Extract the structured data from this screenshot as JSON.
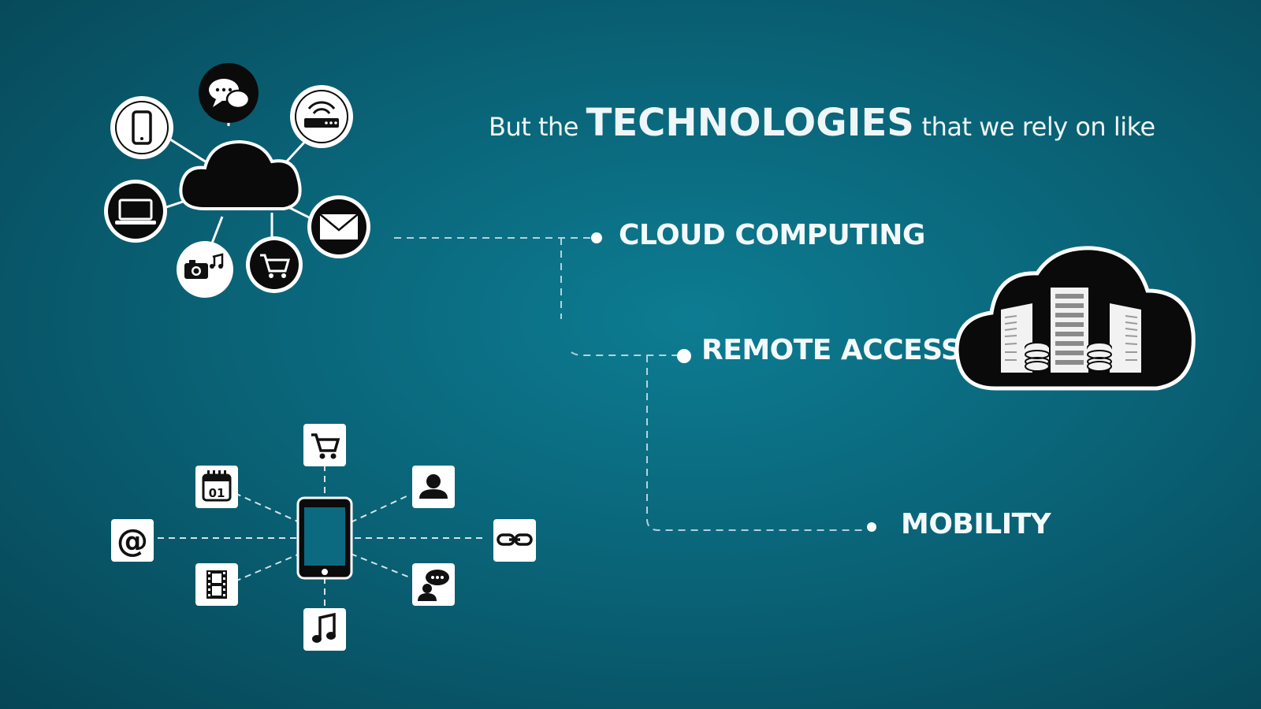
{
  "headline": {
    "prefix": "But the",
    "emphasis": "TECHNOLOGIES",
    "suffix": "that  we rely on like"
  },
  "technologies": [
    {
      "label": "CLOUD COMPUTING"
    },
    {
      "label": "REMOTE ACCESS"
    },
    {
      "label": "MOBILITY"
    }
  ],
  "cloud_cluster": {
    "icons": [
      "smartphone-icon",
      "chat-bubbles-icon",
      "wifi-router-icon",
      "laptop-icon",
      "envelope-icon",
      "shopping-cart-icon",
      "camera-music-icon"
    ]
  },
  "mobile_cluster": {
    "calendar_text": "01",
    "at_symbol": "@",
    "icons": [
      "shopping-cart-icon",
      "calendar-icon",
      "person-icon",
      "at-sign-icon",
      "link-icon",
      "film-icon",
      "chat-person-icon",
      "music-note-icon"
    ]
  },
  "colors": {
    "background_center": "#0d7c92",
    "background_edge": "#064555",
    "accent_white": "#ffffff",
    "icon_dark": "#111111"
  }
}
